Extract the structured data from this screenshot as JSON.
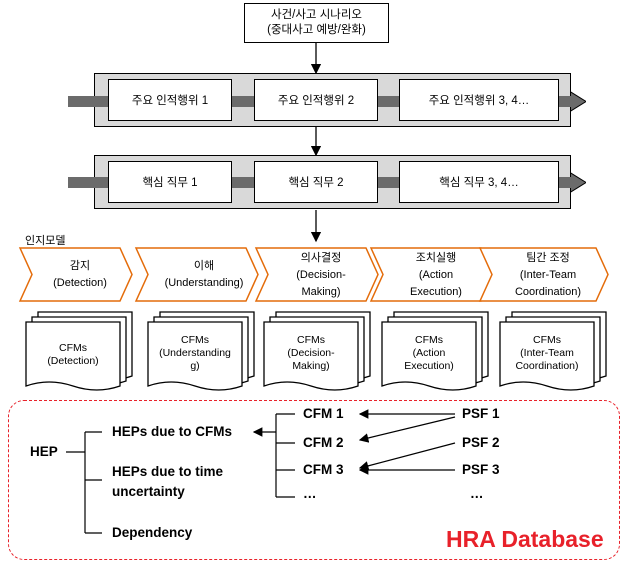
{
  "scenario": {
    "line1": "사건/사고 시나리오",
    "line2": "(중대사고 예방/완화)"
  },
  "human_actions": [
    "주요 인적행위 1",
    "주요 인적행위 2",
    "주요 인적행위 3, 4…"
  ],
  "key_tasks": [
    "핵심 직무 1",
    "핵심 직무 2",
    "핵심 직무 3, 4…"
  ],
  "cognitive_model_label": "인지모델",
  "cognitive_steps": [
    {
      "ko": "감지",
      "en": [
        "(Detection)"
      ]
    },
    {
      "ko": "이해",
      "en": [
        "(Understanding)"
      ]
    },
    {
      "ko": "의사결정",
      "en": [
        "(Decision-",
        "Making)"
      ]
    },
    {
      "ko": "조치실행",
      "en": [
        "(Action",
        "Execution)"
      ]
    },
    {
      "ko": "팀간 조정",
      "en": [
        "(Inter-Team",
        "Coordination)"
      ]
    }
  ],
  "cfm_docs": [
    [
      "CFMs",
      "(Detection)"
    ],
    [
      "CFMs",
      "(Understanding",
      "g)"
    ],
    [
      "CFMs",
      "(Decision-",
      "Making)"
    ],
    [
      "CFMs",
      "(Action",
      "Execution)"
    ],
    [
      "CFMs",
      "(Inter-Team",
      "Coordination)"
    ]
  ],
  "hra": {
    "hep": "HEP",
    "branches": [
      "HEPs due to CFMs",
      "HEPs due to time",
      "uncertainty",
      "Dependency"
    ],
    "cfms": [
      "CFM 1",
      "CFM 2",
      "CFM 3",
      "…"
    ],
    "psfs": [
      "PSF 1",
      "PSF 2",
      "PSF 3",
      "…"
    ],
    "title": "HRA Database"
  },
  "colors": {
    "band_fill": "#d9d9d9",
    "pipe": "#6b6b6b",
    "chevron_border": "#e46c0a",
    "db_border": "#e8212a",
    "db_title": "#e8212a"
  }
}
